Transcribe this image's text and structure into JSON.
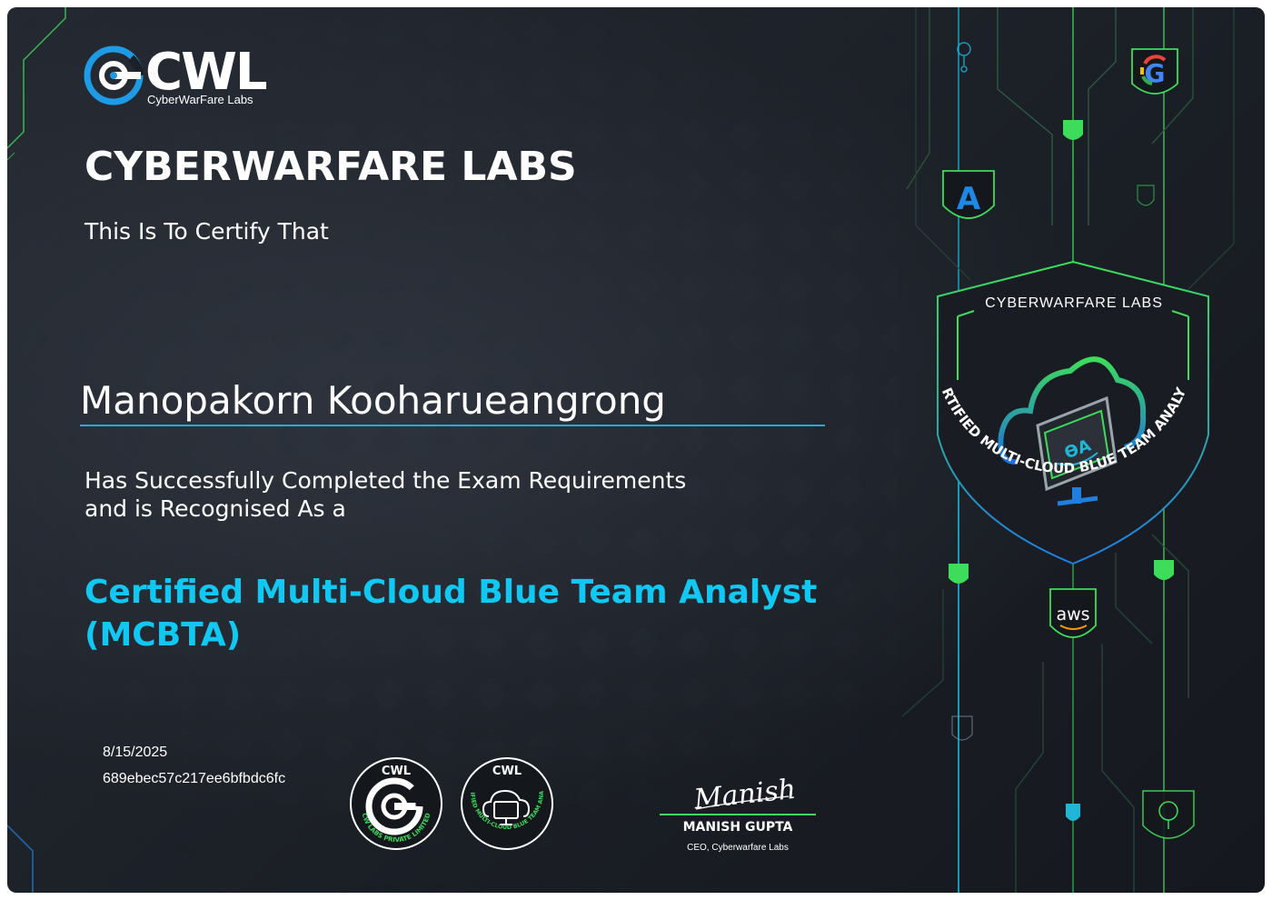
{
  "logo": {
    "wordmark": "CWL",
    "subtitle": "CyberWarFare Labs"
  },
  "certificate": {
    "organization": "CYBERWARFARE LABS",
    "certify_text": "This Is To Certify That",
    "recipient_name": "Manopakorn Kooharueangrong",
    "completion_line1": "Has Successfully Completed the Exam Requirements",
    "completion_line2": "and is Recognised As a",
    "certification_name": "Certified Multi-Cloud Blue Team Analyst (MCBTA)",
    "issue_date": "8/15/2025",
    "certificate_id": "689ebec57c217ee6bfbdc6fc"
  },
  "seals": {
    "company": {
      "top": "CWL",
      "ring": "CW LABS PRIVATE LIMITED"
    },
    "course": {
      "top": "CWL",
      "ring": "CERTIFIED MULTI-CLOUD BLUE TEAM ANALYST"
    }
  },
  "signature": {
    "script": "Manish",
    "name": "MANISH GUPTA",
    "role": "CEO, Cyberwarfare Labs"
  },
  "badge": {
    "org": "CYBERWARFARE LABS",
    "ring_text": "CERTIFIED MULTI-CLOUD BLUE TEAM ANALYST",
    "screen_glyph": "ϴA"
  },
  "cloud_icons": {
    "google": "G",
    "azure": "A",
    "aws": "aws"
  },
  "colors": {
    "background": "#1c2027",
    "accent_cyan": "#10c8f2",
    "accent_green": "#3ddc5a",
    "name_underline": "#2fa6d6",
    "logo_blue": "#1e9be6"
  }
}
